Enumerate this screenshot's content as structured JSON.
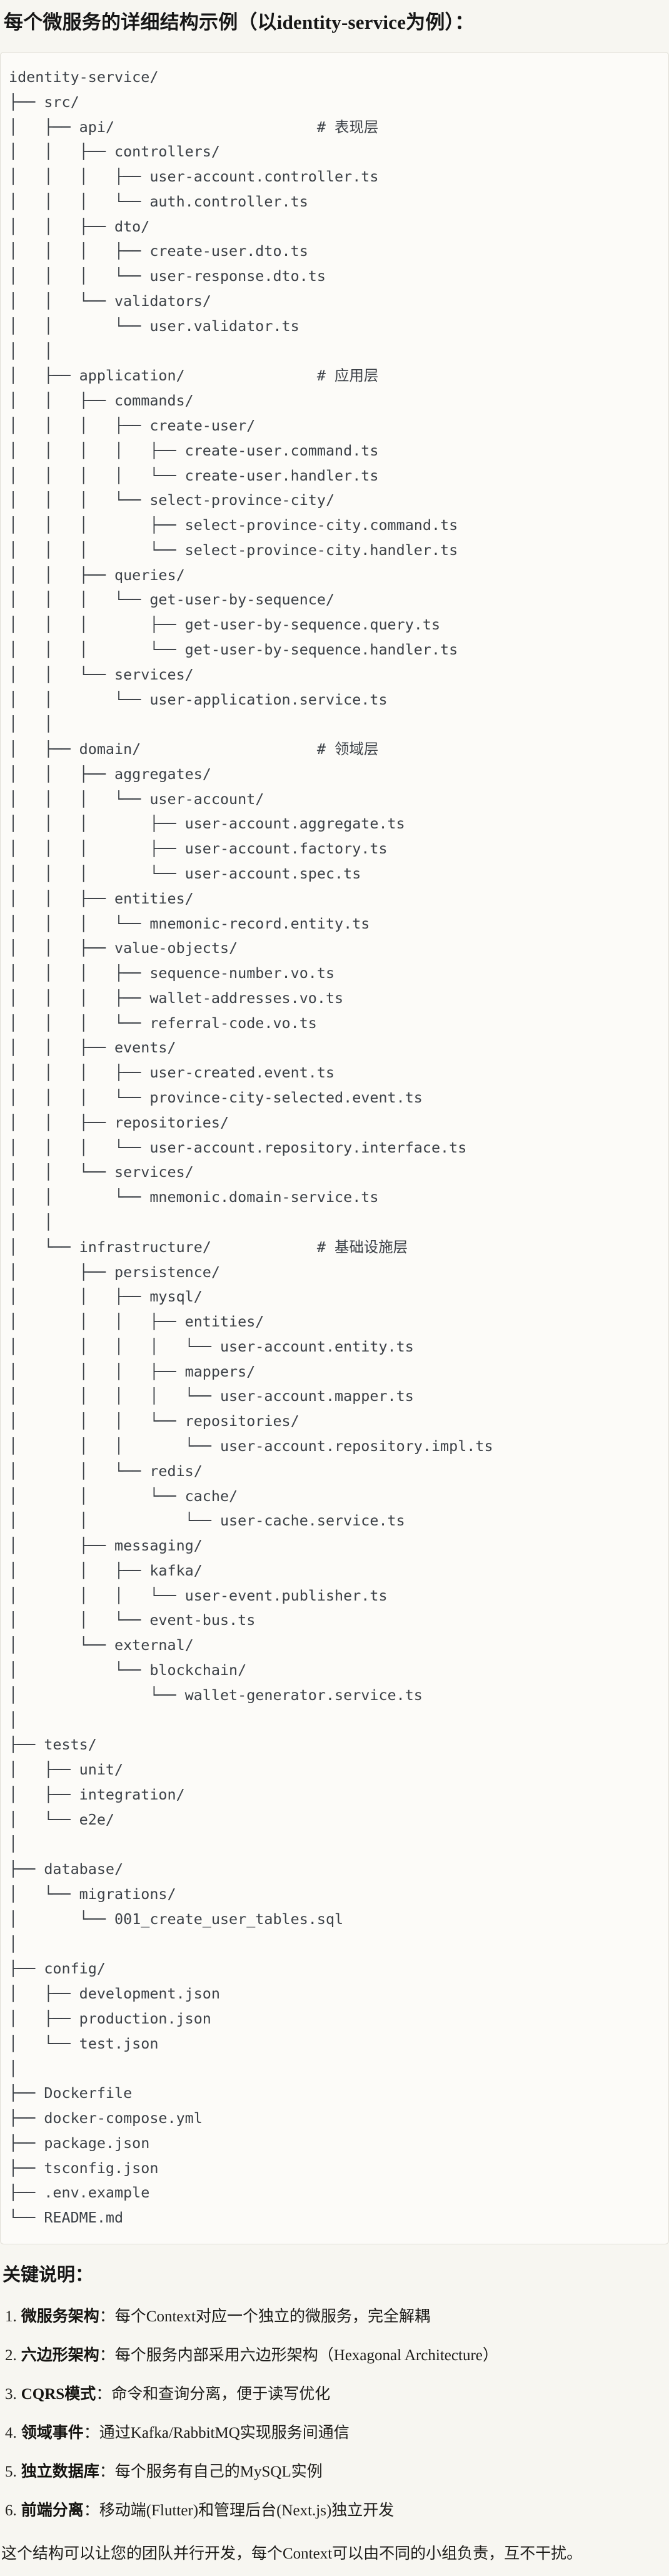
{
  "page": {
    "title": "每个微服务的详细结构示例（以identity-service为例）：",
    "colors": {
      "page_bg": "#F7F6F1",
      "code_bg": "#FCFBF8",
      "code_border": "#E1DFD7",
      "code_text": "#3C4147",
      "heading_text": "#161616"
    }
  },
  "code_block": {
    "lines": [
      "identity-service/",
      "├── src/",
      "│   ├── api/                       # 表现层",
      "│   │   ├── controllers/",
      "│   │   │   ├── user-account.controller.ts",
      "│   │   │   └── auth.controller.ts",
      "│   │   ├── dto/",
      "│   │   │   ├── create-user.dto.ts",
      "│   │   │   └── user-response.dto.ts",
      "│   │   └── validators/",
      "│   │       └── user.validator.ts",
      "│   │",
      "│   ├── application/               # 应用层",
      "│   │   ├── commands/",
      "│   │   │   ├── create-user/",
      "│   │   │   │   ├── create-user.command.ts",
      "│   │   │   │   └── create-user.handler.ts",
      "│   │   │   └── select-province-city/",
      "│   │   │       ├── select-province-city.command.ts",
      "│   │   │       └── select-province-city.handler.ts",
      "│   │   ├── queries/",
      "│   │   │   └── get-user-by-sequence/",
      "│   │   │       ├── get-user-by-sequence.query.ts",
      "│   │   │       └── get-user-by-sequence.handler.ts",
      "│   │   └── services/",
      "│   │       └── user-application.service.ts",
      "│   │",
      "│   ├── domain/                    # 领域层",
      "│   │   ├── aggregates/",
      "│   │   │   └── user-account/",
      "│   │   │       ├── user-account.aggregate.ts",
      "│   │   │       ├── user-account.factory.ts",
      "│   │   │       └── user-account.spec.ts",
      "│   │   ├── entities/",
      "│   │   │   └── mnemonic-record.entity.ts",
      "│   │   ├── value-objects/",
      "│   │   │   ├── sequence-number.vo.ts",
      "│   │   │   ├── wallet-addresses.vo.ts",
      "│   │   │   └── referral-code.vo.ts",
      "│   │   ├── events/",
      "│   │   │   ├── user-created.event.ts",
      "│   │   │   └── province-city-selected.event.ts",
      "│   │   ├── repositories/",
      "│   │   │   └── user-account.repository.interface.ts",
      "│   │   └── services/",
      "│   │       └── mnemonic.domain-service.ts",
      "│   │",
      "│   └── infrastructure/            # 基础设施层",
      "│       ├── persistence/",
      "│       │   ├── mysql/",
      "│       │   │   ├── entities/",
      "│       │   │   │   └── user-account.entity.ts",
      "│       │   │   ├── mappers/",
      "│       │   │   │   └── user-account.mapper.ts",
      "│       │   │   └── repositories/",
      "│       │   │       └── user-account.repository.impl.ts",
      "│       │   └── redis/",
      "│       │       └── cache/",
      "│       │           └── user-cache.service.ts",
      "│       ├── messaging/",
      "│       │   ├── kafka/",
      "│       │   │   └── user-event.publisher.ts",
      "│       │   └── event-bus.ts",
      "│       └── external/",
      "│           └── blockchain/",
      "│               └── wallet-generator.service.ts",
      "│",
      "├── tests/",
      "│   ├── unit/",
      "│   ├── integration/",
      "│   └── e2e/",
      "│",
      "├── database/",
      "│   └── migrations/",
      "│       └── 001_create_user_tables.sql",
      "│",
      "├── config/",
      "│   ├── development.json",
      "│   ├── production.json",
      "│   └── test.json",
      "│",
      "├── Dockerfile",
      "├── docker-compose.yml",
      "├── package.json",
      "├── tsconfig.json",
      "├── .env.example",
      "└── README.md"
    ]
  },
  "notes": {
    "heading": "关键说明：",
    "items": [
      {
        "num": "1.",
        "term": "微服务架构",
        "colon": "：",
        "text": "每个Context对应一个独立的微服务，完全解耦"
      },
      {
        "num": "2.",
        "term": "六边形架构",
        "colon": "：",
        "text": "每个服务内部采用六边形架构（Hexagonal Architecture）"
      },
      {
        "num": "3.",
        "term": "CQRS模式",
        "colon": "：",
        "text": "命令和查询分离，便于读写优化"
      },
      {
        "num": "4.",
        "term": "领域事件",
        "colon": "：",
        "text": "通过Kafka/RabbitMQ实现服务间通信"
      },
      {
        "num": "5.",
        "term": "独立数据库",
        "colon": "：",
        "text": "每个服务有自己的MySQL实例"
      },
      {
        "num": "6.",
        "term": "前端分离",
        "colon": "：",
        "text": "移动端(Flutter)和管理后台(Next.js)独立开发"
      }
    ],
    "footer": "这个结构可以让您的团队并行开发，每个Context可以由不同的小组负责，互不干扰。"
  }
}
